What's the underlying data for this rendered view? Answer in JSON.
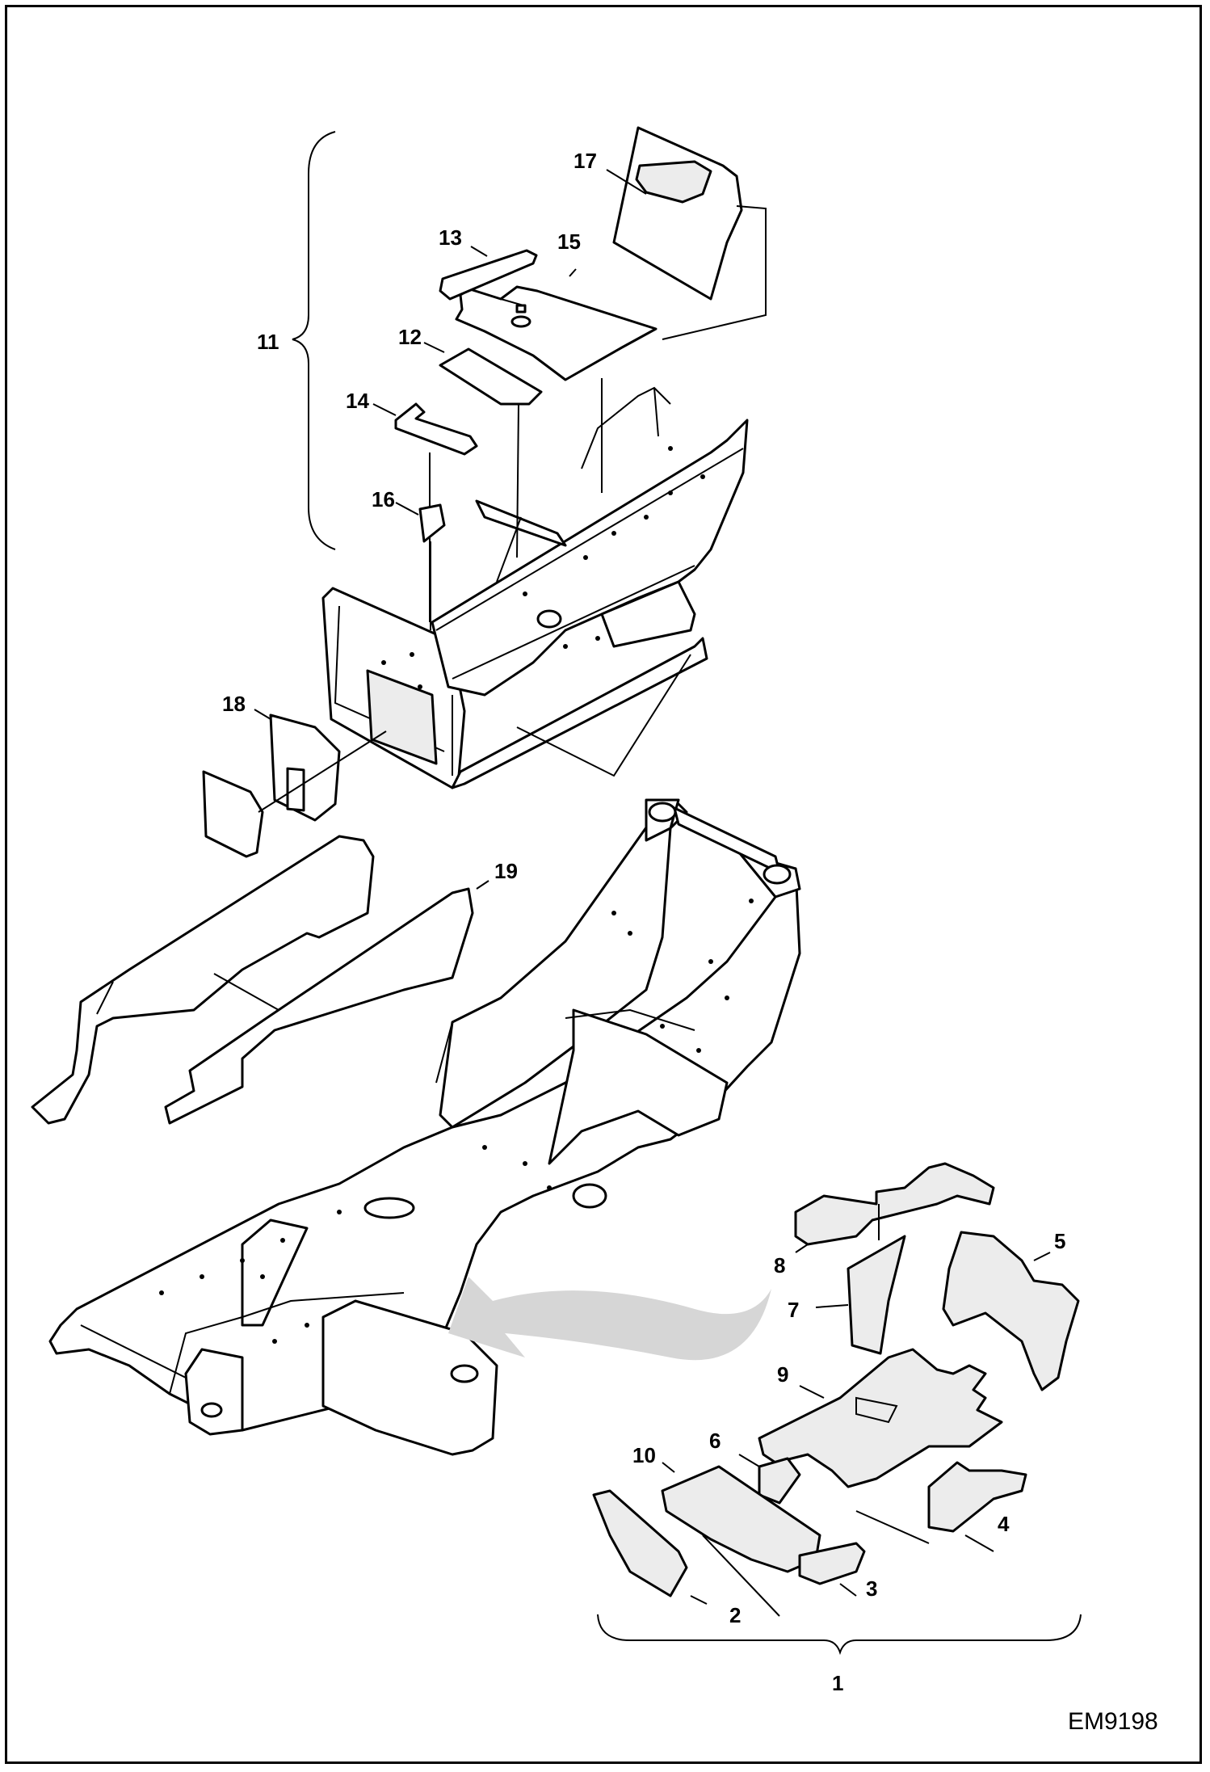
{
  "drawing_code": "EM9198",
  "colors": {
    "line": "#000000",
    "panel_fill": "#ececec",
    "arrow_fill": "#d6d6d6"
  },
  "callouts": [
    {
      "id": "1",
      "text": "1"
    },
    {
      "id": "2",
      "text": "2"
    },
    {
      "id": "3",
      "text": "3"
    },
    {
      "id": "4",
      "text": "4"
    },
    {
      "id": "5",
      "text": "5"
    },
    {
      "id": "6",
      "text": "6"
    },
    {
      "id": "7",
      "text": "7"
    },
    {
      "id": "8",
      "text": "8"
    },
    {
      "id": "9",
      "text": "9"
    },
    {
      "id": "10",
      "text": "10"
    },
    {
      "id": "11",
      "text": "11"
    },
    {
      "id": "12",
      "text": "12"
    },
    {
      "id": "13",
      "text": "13"
    },
    {
      "id": "14",
      "text": "14"
    },
    {
      "id": "15",
      "text": "15"
    },
    {
      "id": "16",
      "text": "16"
    },
    {
      "id": "17",
      "text": "17"
    },
    {
      "id": "18",
      "text": "18"
    },
    {
      "id": "19",
      "text": "19"
    }
  ]
}
